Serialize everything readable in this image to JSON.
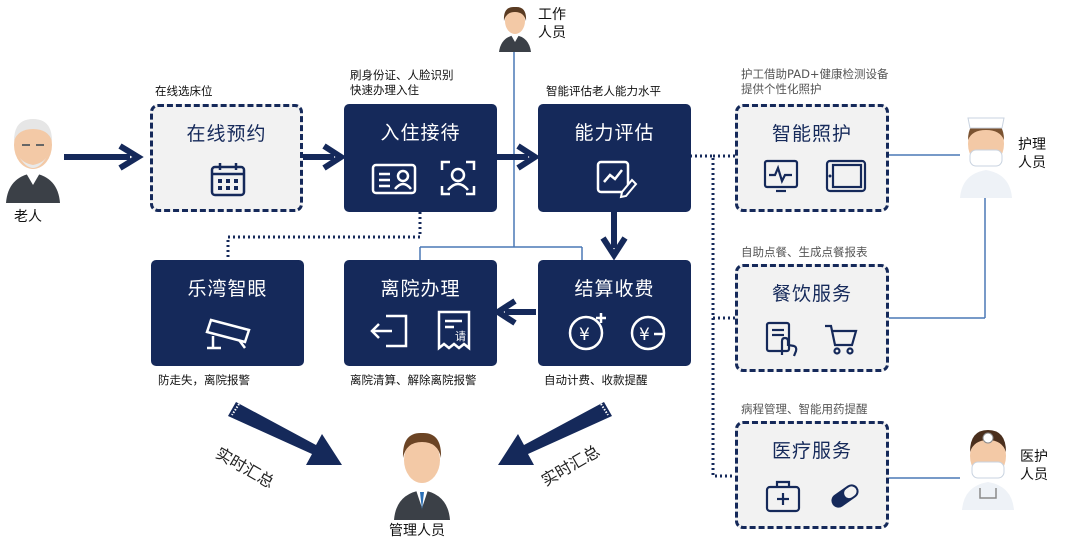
{
  "people": {
    "elder": "老人",
    "staff_line1": "工作",
    "staff_line2": "人员",
    "nurse_line1": "护理",
    "nurse_line2": "人员",
    "doctor_line1": "医护",
    "doctor_line2": "人员",
    "manager": "管理人员"
  },
  "nodes": {
    "reserve": {
      "title": "在线预约",
      "caption": "在线选床位"
    },
    "checkin": {
      "title": "入住接待",
      "caption_line1": "刷身份证、人脸识别",
      "caption_line2": "快速办理入住"
    },
    "assess": {
      "title": "能力评估",
      "caption": "智能评估老人能力水平"
    },
    "camera": {
      "title": "乐湾智眼",
      "caption": "防走失，离院报警"
    },
    "discharge": {
      "title": "离院办理",
      "caption": "离院清算、解除离院报警"
    },
    "billing": {
      "title": "结算收费",
      "caption": "自动计费、收款提醒"
    },
    "care": {
      "title": "智能照护",
      "caption_line1": "护工借助PAD+健康检测设备",
      "caption_line2": "提供个性化照护"
    },
    "dining": {
      "title": "餐饮服务",
      "caption": "自助点餐、生成点餐报表"
    },
    "medical": {
      "title": "医疗服务",
      "caption": "病程管理、智能用药提醒"
    }
  },
  "arrows": {
    "summary_left": "实时汇总",
    "summary_right": "实时汇总"
  },
  "icons": [
    "calendar-icon",
    "id-card-icon",
    "face-scan-icon",
    "assessment-icon",
    "monitor-icon",
    "tablet-icon",
    "cctv-camera-icon",
    "exit-icon",
    "receipt-icon",
    "yuan-plus-icon",
    "yuan-minus-icon",
    "menu-tap-icon",
    "cart-icon",
    "first-aid-icon",
    "pill-icon"
  ],
  "colors": {
    "primary": "#15295a",
    "light_box": "#f2f2f2",
    "line": "#2f5f9e"
  }
}
